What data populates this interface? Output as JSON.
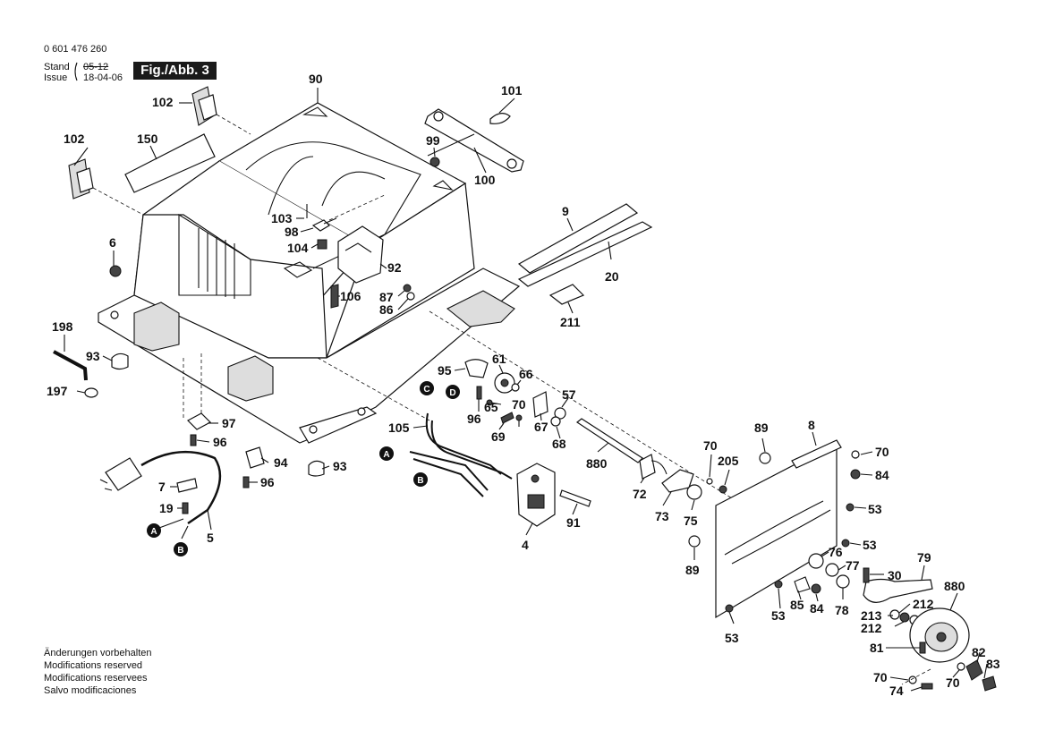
{
  "header": {
    "part_number": "0 601 476 260",
    "stand_label": "Stand",
    "issue_label": "Issue",
    "stand_date": "05-12",
    "issue_date": "18-04-06",
    "figure": "Fig./Abb. 3"
  },
  "footer": {
    "lines": [
      "Änderungen vorbehalten",
      "Modifications reserved",
      "Modifications reservees",
      "Salvo modificaciones"
    ]
  },
  "callouts": [
    "90",
    "102",
    "102",
    "150",
    "101",
    "99",
    "100",
    "103",
    "98",
    "104",
    "92",
    "106",
    "87",
    "86",
    "6",
    "9",
    "20",
    "211",
    "198",
    "93",
    "197",
    "95",
    "61",
    "66",
    "65",
    "70",
    "67",
    "57",
    "68",
    "96",
    "69",
    "105",
    "880",
    "89",
    "8",
    "70",
    "84",
    "205",
    "70",
    "72",
    "73",
    "75",
    "53",
    "53",
    "89",
    "76",
    "77",
    "30",
    "79",
    "880",
    "85",
    "53",
    "84",
    "78",
    "213",
    "212",
    "212",
    "53",
    "81",
    "82",
    "83",
    "70",
    "70",
    "74",
    "97",
    "96",
    "94",
    "96",
    "93",
    "91",
    "4",
    "7",
    "19",
    "5"
  ],
  "connector_markers": [
    "A",
    "B",
    "C",
    "D",
    "A",
    "B"
  ],
  "colors": {
    "ink": "#111111",
    "badge_bg": "#1a1a1a",
    "badge_text": "#ffffff",
    "background": "#ffffff"
  }
}
